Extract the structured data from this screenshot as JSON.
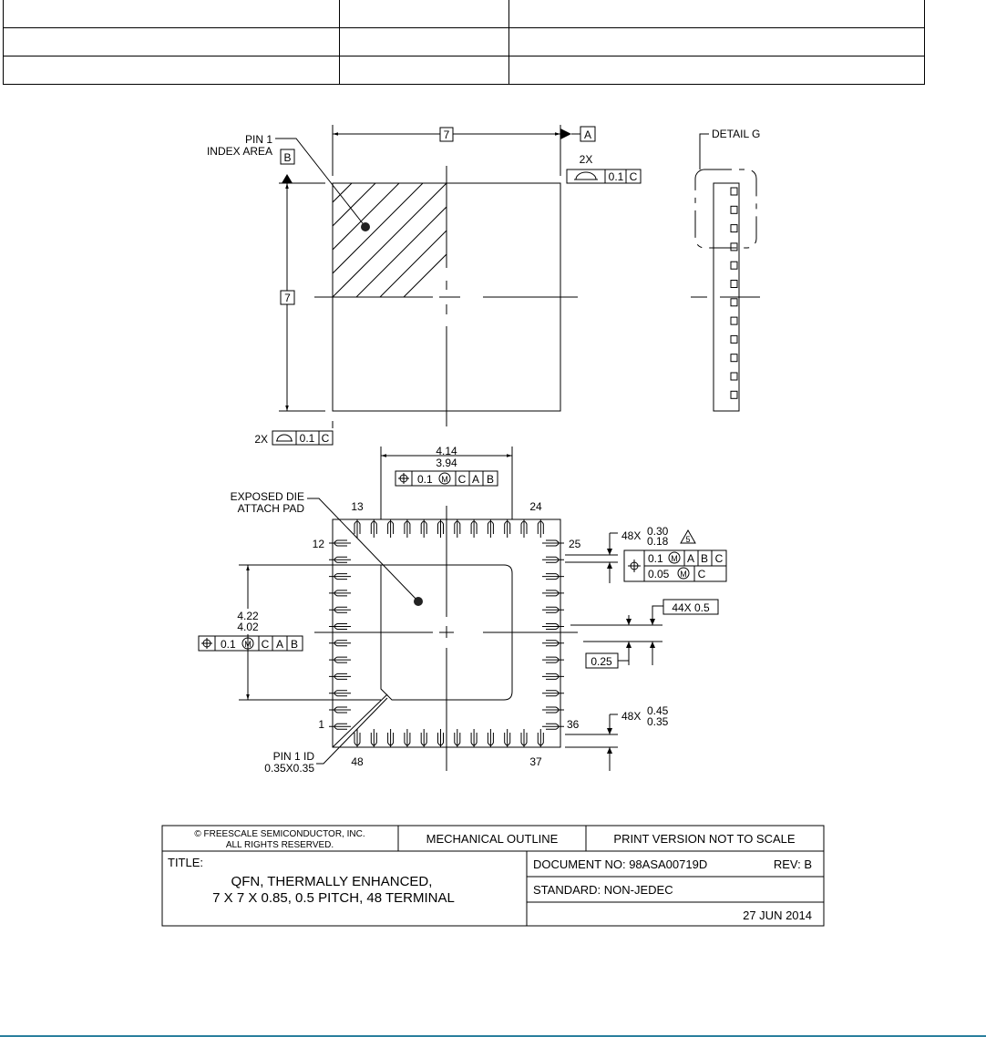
{
  "top_table": {
    "rows": [
      [
        "",
        "",
        ""
      ],
      [
        "",
        "",
        ""
      ],
      [
        "",
        "",
        ""
      ]
    ]
  },
  "top_view": {
    "pin1_label_1": "PIN 1",
    "pin1_label_2": "INDEX AREA",
    "dim_width": "7",
    "dim_height": "7",
    "datum_a": "A",
    "datum_b": "B",
    "fcf_count": "2X",
    "fcf_tol": "0.1",
    "fcf_datum": "C"
  },
  "side_view": {
    "detail_label": "DETAIL G"
  },
  "bottom_view": {
    "die_pad_label_1": "EXPOSED DIE",
    "die_pad_label_2": "ATTACH PAD",
    "pad_w_max": "4.14",
    "pad_w_min": "3.94",
    "pad_h_max": "4.22",
    "pad_h_min": "4.02",
    "fcf_tol": "0.1",
    "fcf_mod": "M",
    "fcf_d1": "C",
    "fcf_d2": "A",
    "fcf_d3": "B",
    "fcf_d2b": "B",
    "fcf_d3b": "A",
    "pin_labels": {
      "p13": "13",
      "p24": "24",
      "p12": "12",
      "p25": "25",
      "p1": "1",
      "p36": "36",
      "p48": "48",
      "p37": "37"
    },
    "term_width_count": "48X",
    "term_width_max": "0.30",
    "term_width_min": "0.18",
    "note_ref": "5",
    "term_fcf1_tol": "0.1",
    "term_fcf1_d1": "A",
    "term_fcf1_d2": "B",
    "term_fcf1_d3": "C",
    "term_fcf2_tol": "0.05",
    "term_fcf2_d1": "C",
    "pitch": "44X 0.5",
    "half_pitch": "0.25",
    "term_len_count": "48X",
    "term_len_max": "0.45",
    "term_len_min": "0.35",
    "pin1_id_1": "PIN 1 ID",
    "pin1_id_2": "0.35X0.35"
  },
  "title_block": {
    "copyright_1": "© FREESCALE SEMICONDUCTOR, INC.",
    "copyright_2": "ALL RIGHTS RESERVED.",
    "heading": "MECHANICAL OUTLINE",
    "print_note": "PRINT VERSION NOT TO SCALE",
    "title_label": "TITLE:",
    "title_1": "QFN, THERMALLY ENHANCED,",
    "title_2": "7 X 7 X 0.85, 0.5 PITCH, 48 TERMINAL",
    "doc_no": "DOCUMENT NO: 98ASA00719D",
    "rev": "REV:  B",
    "standard": "STANDARD: NON-JEDEC",
    "date": "27 JUN 2014"
  }
}
